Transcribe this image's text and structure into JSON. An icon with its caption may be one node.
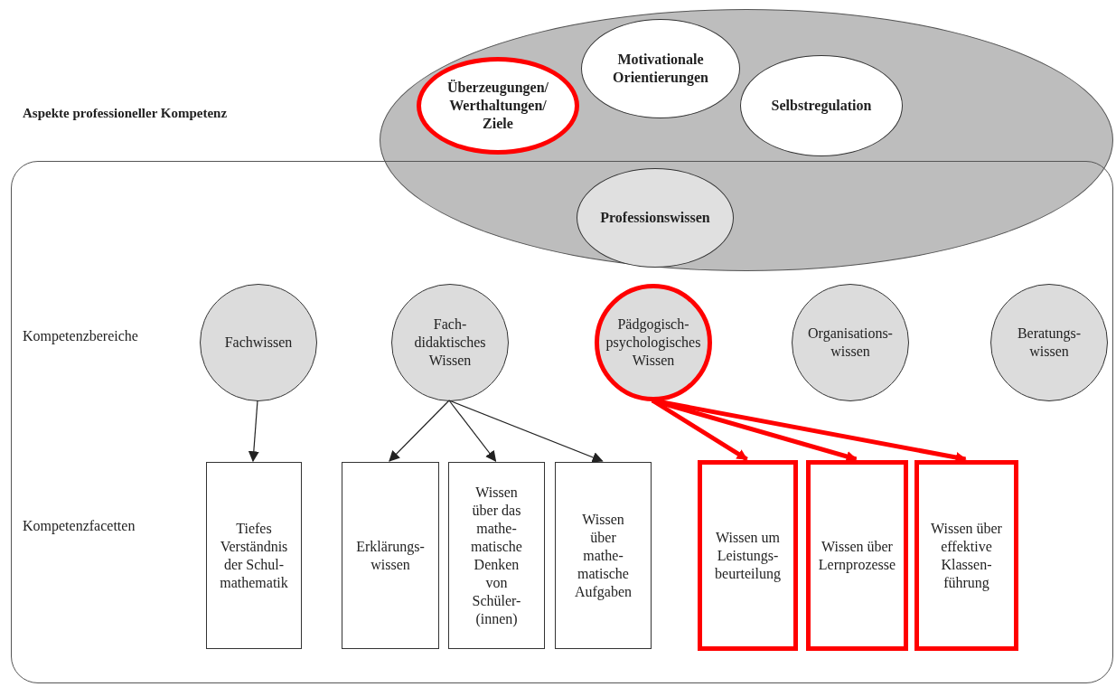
{
  "diagram": {
    "nodes": [
      {
        "text": [],
        "shape": "ellipse"
      },
      {
        "text": [
          "Überzeugungen/ Werthaltungen/ Ziele"
        ],
        "in": 0
      },
      {
        "text": [
          "Motivationale Orientierungen"
        ],
        "in": 0
      },
      {
        "text": [
          "Selbstregulation"
        ],
        "in": 0
      },
      {
        "text": [
          "Professionswissen"
        ]
      },
      {
        "text": [],
        "shape": "box"
      },
      {
        "text": [
          "Fachwissen"
        ],
        "in": 5
      },
      {
        "text": [
          "Fach- didaktisches Wissen"
        ],
        "in": 5
      },
      {
        "text": [
          "Pädgogisch- psychologisches Wissen"
        ],
        "in": 5
      },
      {
        "text": [
          "Organisations- wissen"
        ],
        "in": 5
      },
      {
        "text": [
          "Beratungs- wissen"
        ],
        "in": 5
      },
      {
        "text": [
          "Tiefes Verständnis der Schul- mathematik"
        ],
        "in": 5
      },
      {
        "text": [
          "Erklärungs- wissen"
        ],
        "in": 5
      },
      {
        "text": [
          "Wissen über das mathe- matische Denken von Schüler- (innen)"
        ],
        "in": 5
      },
      {
        "text": [
          "Wissen über mathe- matische Aufgaben"
        ],
        "in": 5
      },
      {
        "text": [
          "Wissen um Leistungs- beurteilung"
        ],
        "in": 5
      },
      {
        "text": [
          "Wissen über Lernprozesse"
        ],
        "in": 5
      },
      {
        "text": [
          "Wissen über effektive Klassen- führung"
        ],
        "in": 5
      }
    ],
    "edges": [
      {
        "from": 6,
        "to": 11,
        "arrow": "to"
      },
      {
        "from": 7,
        "to": 12,
        "arrow": "to"
      },
      {
        "from": 7,
        "to": 13,
        "arrow": "to"
      },
      {
        "from": 7,
        "to": 14,
        "arrow": "to"
      },
      {
        "from": 8,
        "to": 15,
        "arrow": "to",
        "style": "thick",
        "color": "#ff0000"
      },
      {
        "from": 8,
        "to": 16,
        "arrow": "to",
        "style": "thick",
        "color": "#ff0000"
      },
      {
        "from": 8,
        "to": 17,
        "arrow": "to",
        "style": "thick",
        "color": "#ff0000"
      }
    ],
    "labels": [
      "Aspekte professioneller Kompetenz",
      "Kompetenzbereiche",
      "Kompetenzfacetten"
    ]
  }
}
